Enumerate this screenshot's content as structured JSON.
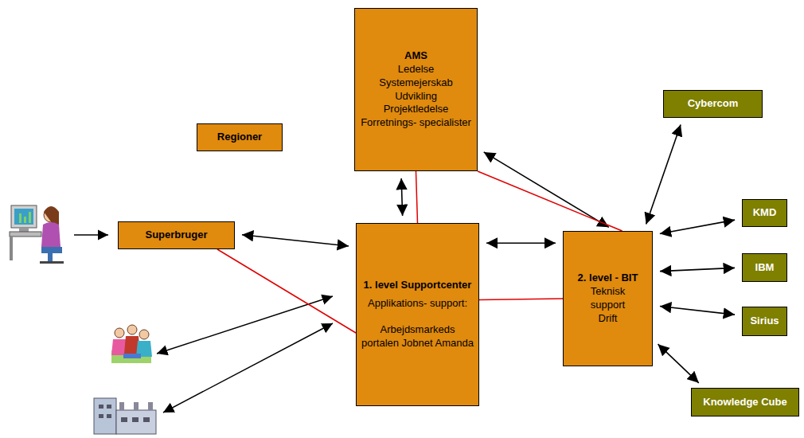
{
  "diagram": {
    "nodes": [
      {
        "text": [
          "AMS",
          "Ledelse",
          "Systemejerskab",
          "Udvikling",
          "Projektledelse",
          "Forretnings- specialister"
        ]
      },
      {
        "text": [
          "Regioner"
        ]
      },
      {
        "text": [
          "Superbruger"
        ]
      },
      {
        "text": [
          "1. level Supportcenter",
          "Applikations- support:",
          "Arbejdsmarkeds portalen Jobnet Amanda"
        ]
      },
      {
        "text": [
          "2. level - BIT",
          "Teknisk",
          "support",
          "Drift"
        ]
      },
      {
        "text": [
          "Cybercom"
        ]
      },
      {
        "text": [
          "KMD"
        ]
      },
      {
        "text": [
          "IBM"
        ]
      },
      {
        "text": [
          "Sirius"
        ]
      },
      {
        "text": [
          "Knowledge Cube"
        ]
      }
    ],
    "edges": [
      {
        "from": 2,
        "to": 3,
        "arrow": "both"
      },
      {
        "from": 0,
        "to": 3,
        "arrow": "both"
      },
      {
        "from": 0,
        "to": 4,
        "arrow": "both"
      },
      {
        "from": 3,
        "to": 4,
        "arrow": "both"
      },
      {
        "from": 4,
        "to": 5,
        "arrow": "both"
      },
      {
        "from": 4,
        "to": 6,
        "arrow": "both"
      },
      {
        "from": 4,
        "to": 7,
        "arrow": "both"
      },
      {
        "from": 4,
        "to": 8,
        "arrow": "both"
      },
      {
        "from": 4,
        "to": 9,
        "arrow": "both"
      },
      {
        "from": 2,
        "to": 3,
        "arrow": "none"
      },
      {
        "from": 0,
        "to": 3,
        "arrow": "none"
      },
      {
        "from": 0,
        "to": 4,
        "arrow": "none"
      },
      {
        "from": 3,
        "to": 4,
        "arrow": "none"
      }
    ]
  }
}
